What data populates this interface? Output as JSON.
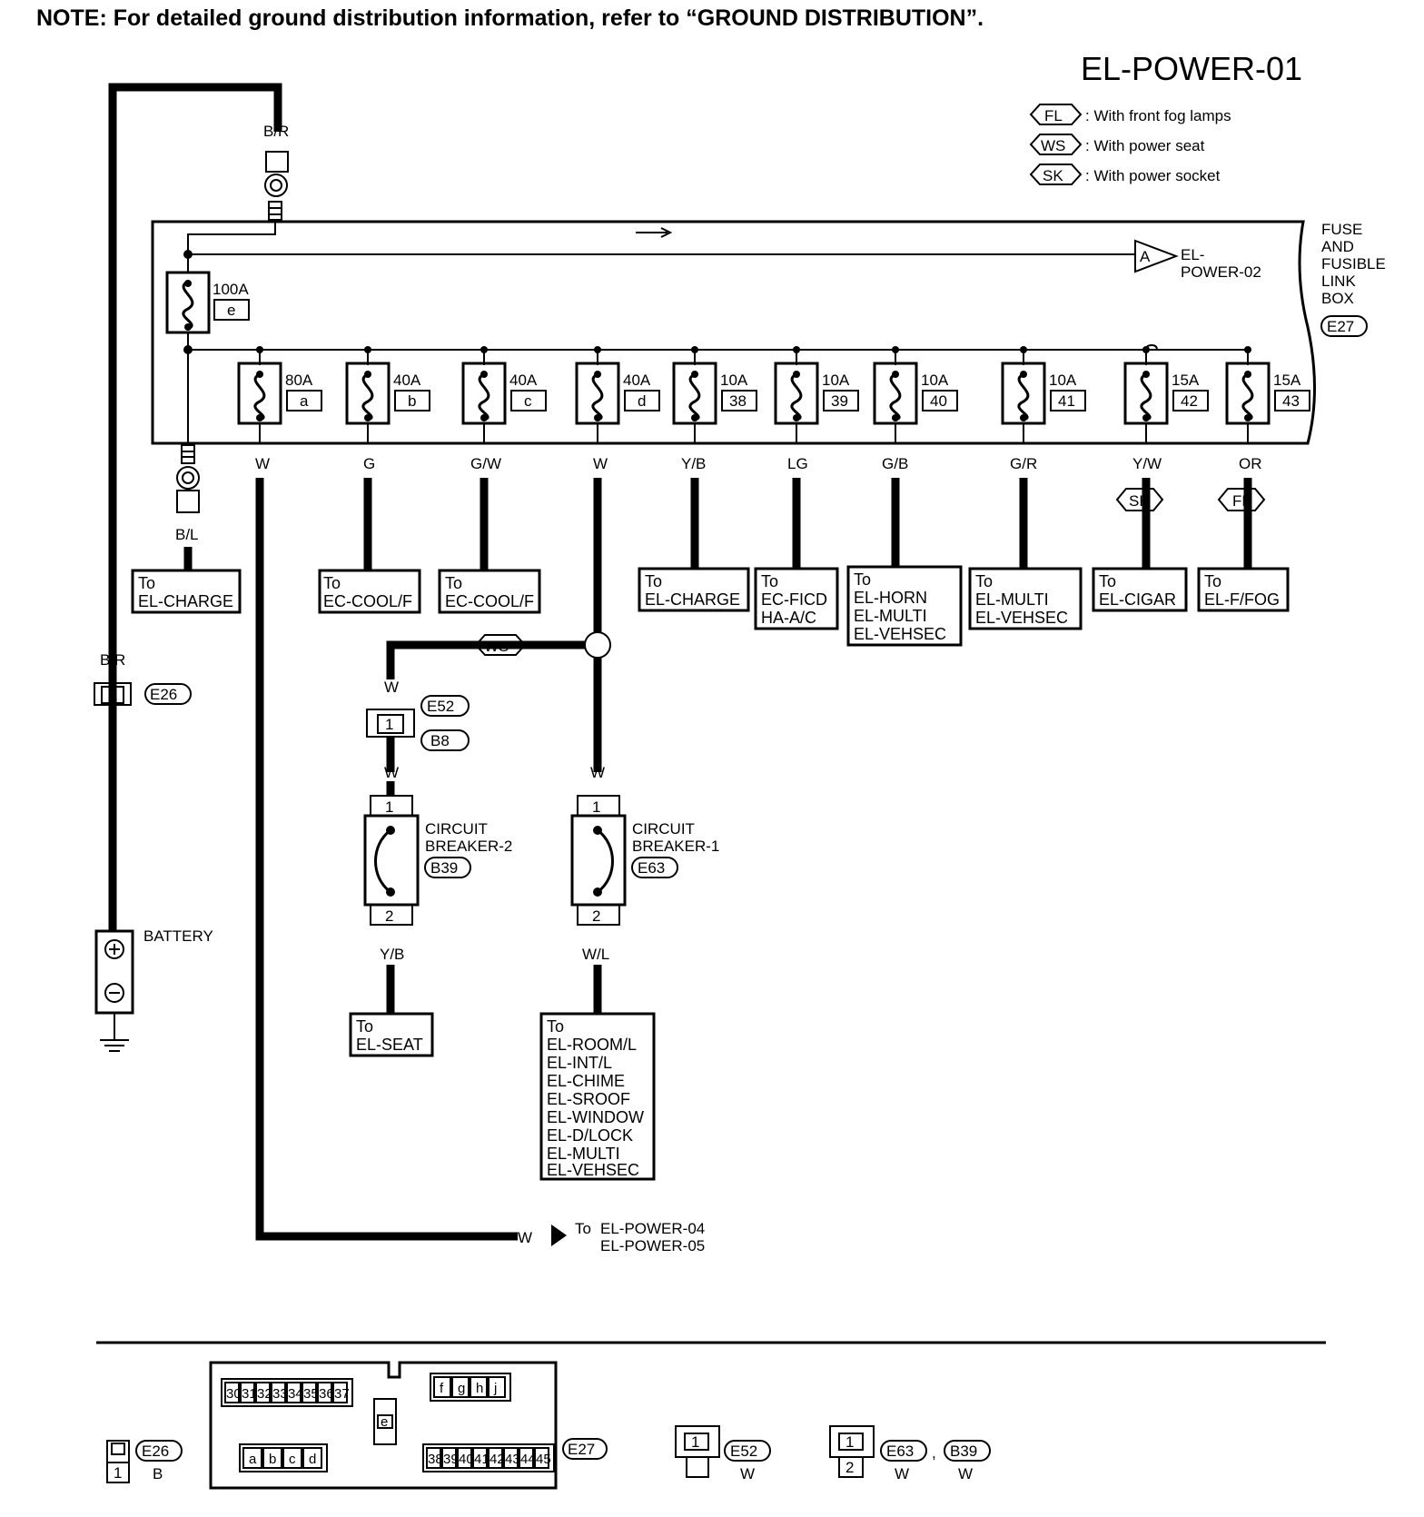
{
  "note": "NOTE: For detailed ground distribution information, refer to “GROUND DISTRIBUTION”.",
  "page_id": "EL-POWER-01",
  "legend": [
    {
      "code": "FL",
      "text": ": With front fog lamps"
    },
    {
      "code": "WS",
      "text": ": With power seat"
    },
    {
      "code": "SK",
      "text": ": With power socket"
    }
  ],
  "fuse_box": {
    "lines": [
      "FUSE",
      "AND",
      "FUSIBLE",
      "LINK",
      "BOX"
    ],
    "connector": "E27"
  },
  "main_link": {
    "amp": "100A",
    "id": "e"
  },
  "arrow_ref": {
    "letter": "A",
    "text_line1": "EL-",
    "text_line2": "POWER-02"
  },
  "fuses": [
    {
      "amp": "80A",
      "id": "a",
      "wire": "W"
    },
    {
      "amp": "40A",
      "id": "b",
      "wire": "G"
    },
    {
      "amp": "40A",
      "id": "c",
      "wire": "G/W"
    },
    {
      "amp": "40A",
      "id": "d",
      "wire": "W"
    },
    {
      "amp": "10A",
      "id": "38",
      "wire": "Y/B"
    },
    {
      "amp": "10A",
      "id": "39",
      "wire": "LG"
    },
    {
      "amp": "10A",
      "id": "40",
      "wire": "G/B"
    },
    {
      "amp": "10A",
      "id": "41",
      "wire": "G/R"
    },
    {
      "amp": "15A",
      "id": "42",
      "wire": "Y/W"
    },
    {
      "amp": "15A",
      "id": "43",
      "wire": "OR"
    }
  ],
  "destinations": {
    "charge_left": [
      "To",
      "EL-CHARGE"
    ],
    "b": [
      "To",
      "EC-COOL/F"
    ],
    "c": [
      "To",
      "EC-COOL/F"
    ],
    "f38": [
      "To",
      "EL-CHARGE"
    ],
    "f39": [
      "To",
      "EC-FICD",
      "HA-A/C"
    ],
    "f40": [
      "To",
      "EL-HORN",
      "EL-MULTI",
      "EL-VEHSEC"
    ],
    "f41": [
      "To",
      "EL-MULTI",
      "EL-VEHSEC"
    ],
    "f42": [
      "To",
      "EL-CIGAR"
    ],
    "f43": [
      "To",
      "EL-F/FOG"
    ],
    "seat": [
      "To",
      "EL-SEAT"
    ],
    "cb1": [
      "To",
      "EL-ROOM/L",
      "EL-INT/L",
      "EL-CHIME",
      "EL-SROOF",
      "EL-WINDOW",
      "EL-D/LOCK",
      "EL-MULTI",
      "EL-VEHSEC"
    ]
  },
  "options": {
    "f42": "SK",
    "f43": "FL",
    "cb2": "WS"
  },
  "wires": {
    "top": "B/R",
    "left_out": "B/L",
    "battery_feed": "B/R",
    "ws_w1": "W",
    "ws_w2": "W",
    "cb1_in": "W",
    "cb2_out": "Y/B",
    "cb1_out": "W/L",
    "bottom_w": "W"
  },
  "connectors": {
    "e26": "E26",
    "e26_pin": "1",
    "e52": "E52",
    "b8": "B8",
    "e52_pin": "1"
  },
  "breaker2": {
    "name1": "CIRCUIT",
    "name2": "BREAKER-2",
    "code": "B39",
    "pin1": "1",
    "pin2": "2"
  },
  "breaker1": {
    "name1": "CIRCUIT",
    "name2": "BREAKER-1",
    "code": "E63",
    "pin1": "1",
    "pin2": "2"
  },
  "battery": {
    "label": "BATTERY"
  },
  "bottom_ref": {
    "to": "To",
    "line1": "EL-POWER-04",
    "line2": "EL-POWER-05"
  },
  "connector_views": {
    "e26": {
      "code": "E26",
      "color": "B",
      "pin": "1"
    },
    "e27": {
      "code": "E27",
      "top_pins": [
        "30",
        "31",
        "32",
        "33",
        "34",
        "35",
        "36",
        "37"
      ],
      "fgh": [
        "f",
        "g",
        "h",
        "j"
      ],
      "abcd": [
        "a",
        "b",
        "c",
        "d"
      ],
      "e": "e",
      "bottom_pins": [
        "38",
        "39",
        "40",
        "41",
        "42",
        "43",
        "44",
        "45"
      ]
    },
    "e52": {
      "code": "E52",
      "color": "W",
      "pin": "1"
    },
    "e63b39": {
      "code1": "E63",
      "sep": ",",
      "code2": "B39",
      "color1": "W",
      "color2": "W",
      "pin1": "1",
      "pin2": "2"
    }
  }
}
